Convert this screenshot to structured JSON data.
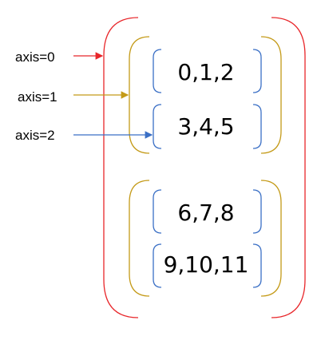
{
  "labels": {
    "axis0": "axis=0",
    "axis1": "axis=1",
    "axis2": "axis=2"
  },
  "rows": [
    "0,1,2",
    "3,4,5",
    "6,7,8",
    "9,10,11"
  ],
  "colors": {
    "axis0": "#e8262a",
    "axis1": "#c49a17",
    "axis2": "#3a6fc5",
    "text": "#000000",
    "background": "#ffffff"
  }
}
